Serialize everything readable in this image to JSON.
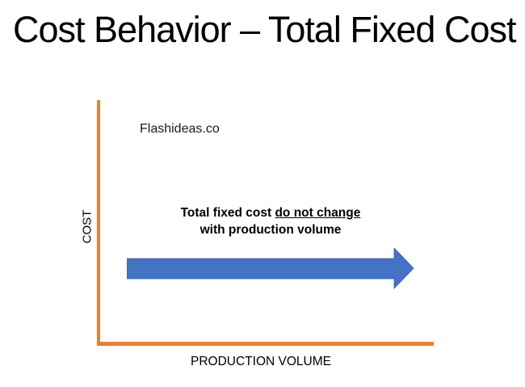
{
  "slide": {
    "title": "Cost Behavior – Total Fixed Cost",
    "watermark": "Flashideas.co"
  },
  "diagram": {
    "y_axis_label": "COST",
    "x_axis_label": "PRODUCTION VOLUME",
    "annotation": {
      "line1_plain": "Total fixed cost ",
      "line1_underlined": "do not change",
      "line2": "with production volume"
    },
    "colors": {
      "axis": "#ED7D31",
      "arrow": "#4472C4",
      "text": "#000000"
    },
    "arrow": {
      "direction": "right",
      "meaning": "horizontal-constant"
    }
  }
}
